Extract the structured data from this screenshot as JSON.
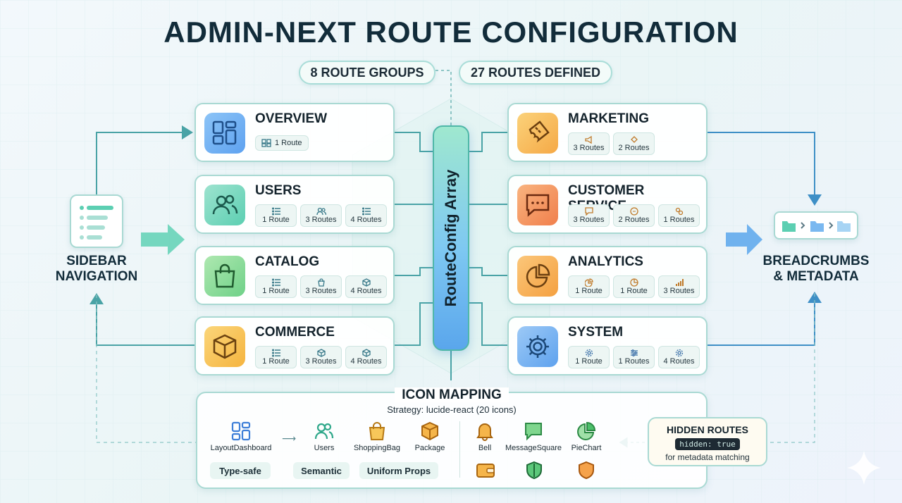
{
  "title": "ADMIN-NEXT ROUTE CONFIGURATION",
  "pills": {
    "groups": "8 ROUTE GROUPS",
    "routes": "27 ROUTES DEFINED"
  },
  "center": "RouteConfig Array",
  "sidebar": {
    "line1": "SIDEBAR",
    "line2": "NAVIGATION"
  },
  "breadcrumbs": {
    "line1": "BREADCRUMBS",
    "line2": "& METADATA"
  },
  "groups": {
    "overview": {
      "title": "OVERVIEW",
      "badges": [
        "1 Route"
      ],
      "color": "#6aa9f3"
    },
    "users": {
      "title": "USERS",
      "badges": [
        "1 Route",
        "3 Routes",
        "4 Routes"
      ],
      "color": "#5ccfb2"
    },
    "catalog": {
      "title": "CATALOG",
      "badges": [
        "1 Route",
        "3 Routes",
        "4 Routes"
      ],
      "color": "#7fd88e"
    },
    "commerce": {
      "title": "COMMERCE",
      "badges": [
        "1 Route",
        "3 Routes",
        "4 Routes"
      ],
      "color": "#f5c04d"
    },
    "marketing": {
      "title": "MARKETING",
      "badges": [
        "3 Routes",
        "2 Routes"
      ],
      "color": "#f6b545"
    },
    "customer": {
      "title": "CUSTOMER SERVICE",
      "badges": [
        "3 Routes",
        "2 Routes",
        "1 Routes"
      ],
      "color": "#f39357"
    },
    "analytics": {
      "title": "ANALYTICS",
      "badges": [
        "1 Route",
        "1 Route",
        "3 Routes"
      ],
      "color": "#f5ac45"
    },
    "system": {
      "title": "SYSTEM",
      "badges": [
        "1 Route",
        "1 Routes",
        "4 Routes"
      ],
      "color": "#5aa4ec"
    }
  },
  "icon_mapping": {
    "title": "ICON MAPPING",
    "strategy": "Strategy: lucide-react (20 icons)",
    "icons": [
      "LayoutDashboard",
      "Users",
      "ShoppingBag",
      "Package",
      "Bell",
      "MessageSquare",
      "PieChart"
    ],
    "tags": [
      "Type-safe",
      "Semantic",
      "Uniform Props"
    ]
  },
  "hidden": {
    "title": "HIDDEN ROUTES",
    "code": "hidden: true",
    "note": "for metadata matching"
  }
}
